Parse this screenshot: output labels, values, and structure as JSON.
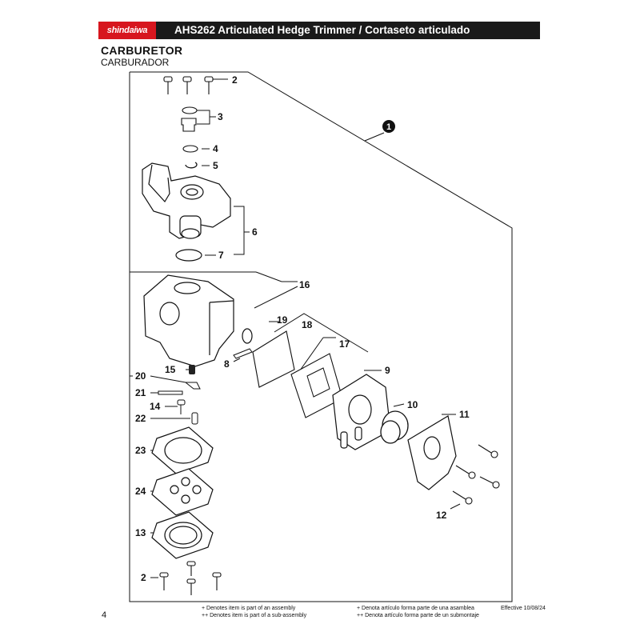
{
  "header": {
    "brand": "shindaiwa",
    "title": "AHS262 Articulated Hedge Trimmer / Cortaseto articulado",
    "brand_color": "#d7161e",
    "bar_color": "#1a1a1a"
  },
  "section": {
    "title": "CARBURETOR",
    "subtitle": "CARBURADOR"
  },
  "callouts": {
    "c1": "1",
    "c2a": "2",
    "c2b": "2",
    "c3": "3",
    "c4": "4",
    "c5": "5",
    "c6": "6",
    "c7": "7",
    "c8": "8",
    "c9": "9",
    "c10": "10",
    "c11": "11",
    "c12": "12",
    "c13": "13",
    "c14": "14",
    "c15": "15",
    "c16": "16",
    "c17": "17",
    "c18": "18",
    "c19": "19",
    "c20": "20",
    "c21": "21",
    "c22": "22",
    "c23": "23",
    "c24": "24"
  },
  "footer": {
    "page": "4",
    "note_en_1": "+ Denotes item is part of an assembly",
    "note_en_2": "++ Denotes item is part of a sub-assembly",
    "note_es_1": "+ Denota artículo forma parte de una asamblea",
    "note_es_2": "++ Denota artículo forma parte de un submontaje",
    "effective": "Effective 10/08/24"
  }
}
